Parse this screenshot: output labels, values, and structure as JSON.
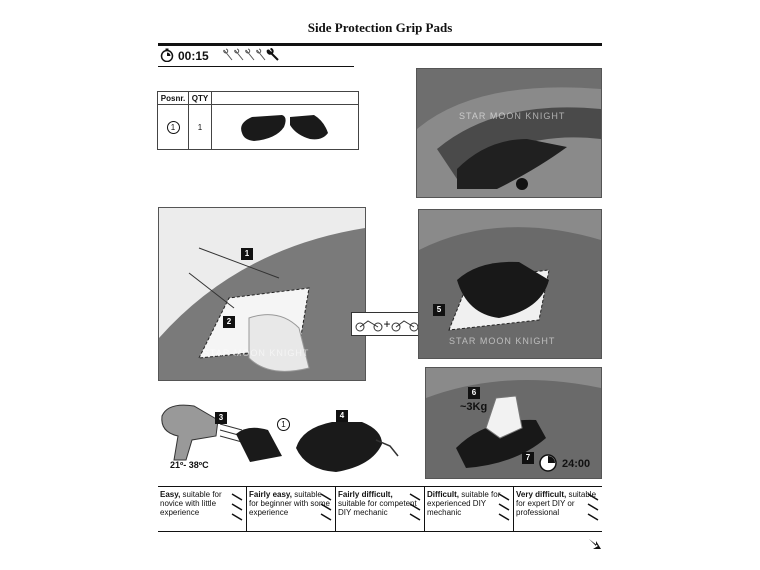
{
  "document": {
    "title": "Side Protection Grip Pads",
    "time": "00:15"
  },
  "parts_table": {
    "headers": [
      "Posnr.",
      "QTY",
      ""
    ],
    "rows": [
      {
        "pos": "1",
        "qty": "1"
      }
    ]
  },
  "watermark": "STAR MOON KNIGHT",
  "steps": {
    "s1": "1",
    "s2": "2",
    "s3": "3",
    "s4": "4",
    "s5": "5",
    "s6": "6",
    "s7": "7",
    "ref1": "1",
    "temperature": "21º- 38ºC",
    "pressure": "~3Kg",
    "wait_time": "24:00"
  },
  "difficulty": [
    {
      "label": "Easy,",
      "desc": " suitable for novice with little experience"
    },
    {
      "label": "Fairly easy,",
      "desc": " suitable for beginner with some experience"
    },
    {
      "label": "Fairly difficult,",
      "desc": " suitable for competent DIY mechanic"
    },
    {
      "label": "Difficult,",
      "desc": " suitable for experienced DIY mechanic"
    },
    {
      "label": "Very difficult,",
      "desc": " suitable for expert DIY or professional"
    }
  ]
}
